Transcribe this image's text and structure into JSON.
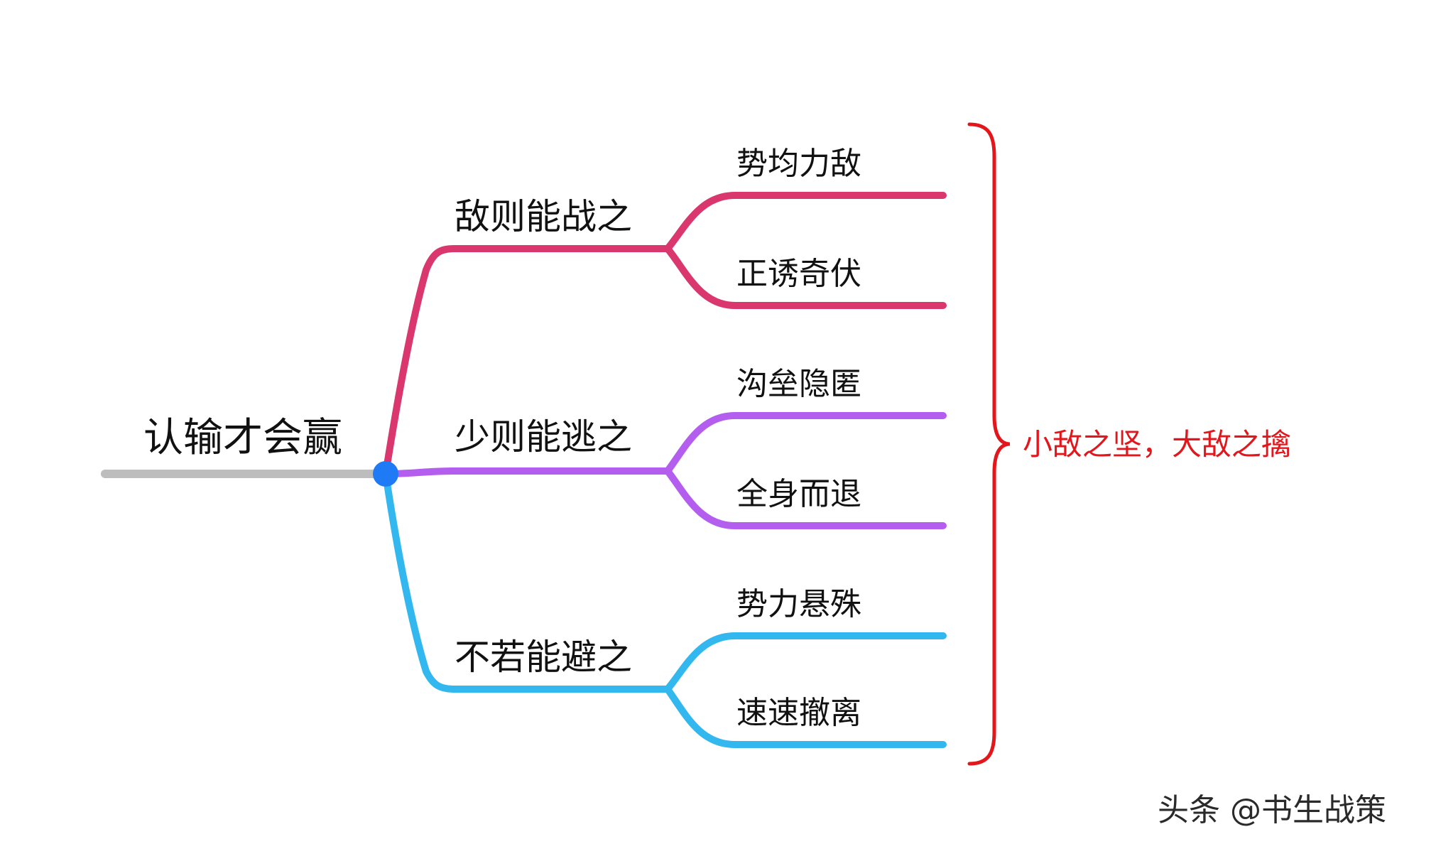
{
  "root": {
    "label": "认输才会赢",
    "line_color": "#bdbdbd",
    "node_color": "#1e7bf5"
  },
  "branches": [
    {
      "label": "敌则能战之",
      "color": "#d9376e",
      "children": [
        "势均力敌",
        "正诱奇伏"
      ]
    },
    {
      "label": "少则能逃之",
      "color": "#b45ef0",
      "children": [
        "沟垒隐匿",
        "全身而退"
      ]
    },
    {
      "label": "不若能避之",
      "color": "#32b8ef",
      "children": [
        "势力悬殊",
        "速速撤离"
      ]
    }
  ],
  "summary": {
    "label": "小敌之坚，大敌之擒",
    "color": "#e3161b"
  },
  "watermark": "头条 @书生战策"
}
